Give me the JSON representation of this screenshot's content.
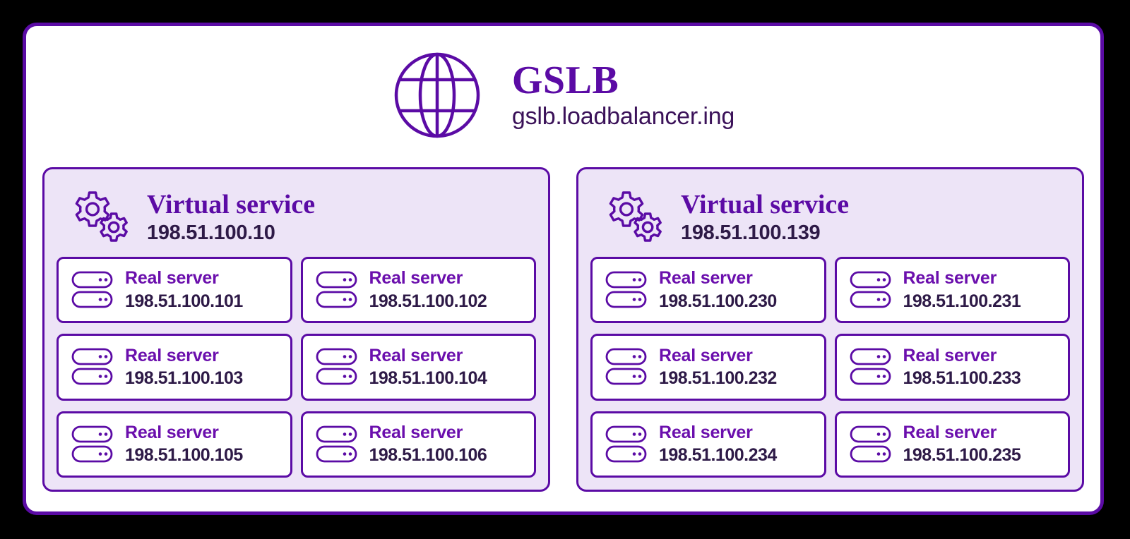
{
  "header": {
    "icon": "globe-icon",
    "title": "GSLB",
    "subtitle": "gslb.loadbalancer.ing"
  },
  "colors": {
    "brand_purple": "#5B0BA5",
    "label_purple": "#6B0FAD",
    "text_dark": "#2E1A47",
    "panel_bg": "#EDE4F7",
    "card_bg": "#FFFFFF",
    "page_bg": "#000000"
  },
  "panels": [
    {
      "icon": "gears-icon",
      "title": "Virtual service",
      "ip": "198.51.100.10",
      "servers": [
        {
          "icon": "server-icon",
          "title": "Real server",
          "ip": "198.51.100.101"
        },
        {
          "icon": "server-icon",
          "title": "Real server",
          "ip": "198.51.100.102"
        },
        {
          "icon": "server-icon",
          "title": "Real server",
          "ip": "198.51.100.103"
        },
        {
          "icon": "server-icon",
          "title": "Real server",
          "ip": "198.51.100.104"
        },
        {
          "icon": "server-icon",
          "title": "Real server",
          "ip": "198.51.100.105"
        },
        {
          "icon": "server-icon",
          "title": "Real server",
          "ip": "198.51.100.106"
        }
      ]
    },
    {
      "icon": "gears-icon",
      "title": "Virtual service",
      "ip": "198.51.100.139",
      "servers": [
        {
          "icon": "server-icon",
          "title": "Real server",
          "ip": "198.51.100.230"
        },
        {
          "icon": "server-icon",
          "title": "Real server",
          "ip": "198.51.100.231"
        },
        {
          "icon": "server-icon",
          "title": "Real server",
          "ip": "198.51.100.232"
        },
        {
          "icon": "server-icon",
          "title": "Real server",
          "ip": "198.51.100.233"
        },
        {
          "icon": "server-icon",
          "title": "Real server",
          "ip": "198.51.100.234"
        },
        {
          "icon": "server-icon",
          "title": "Real server",
          "ip": "198.51.100.235"
        }
      ]
    }
  ]
}
